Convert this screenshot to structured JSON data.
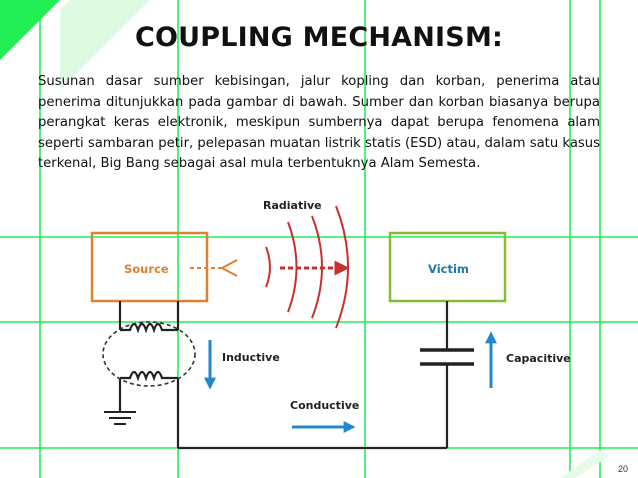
{
  "slide": {
    "title": "COUPLING MECHANISM:",
    "body": "Susunan dasar sumber kebisingan, jalur kopling dan korban, penerima atau penerima ditunjukkan pada gambar di bawah. Sumber dan korban biasanya berupa perangkat keras elektronik, meskipun sumbernya dapat berupa fenomena alam seperti sambaran petir, pelepasan muatan listrik statis (ESD) atau, dalam satu kasus terkenal, Big Bang sebagai asal mula terbentuknya Alam Semesta.",
    "page_number": "20"
  },
  "diagram": {
    "source_label": "Source",
    "victim_label": "Victim",
    "radiative_label": "Radiative",
    "inductive_label": "Inductive",
    "conductive_label": "Conductive",
    "capacitive_label": "Capacitive"
  },
  "colors": {
    "accent_green": "#22ee55",
    "source_orange": "#e08030",
    "victim_green": "#88bb33",
    "radiative_red": "#c83030",
    "arrow_blue": "#2288cc",
    "wire_dark": "#222222",
    "text_dark": "#111111"
  }
}
